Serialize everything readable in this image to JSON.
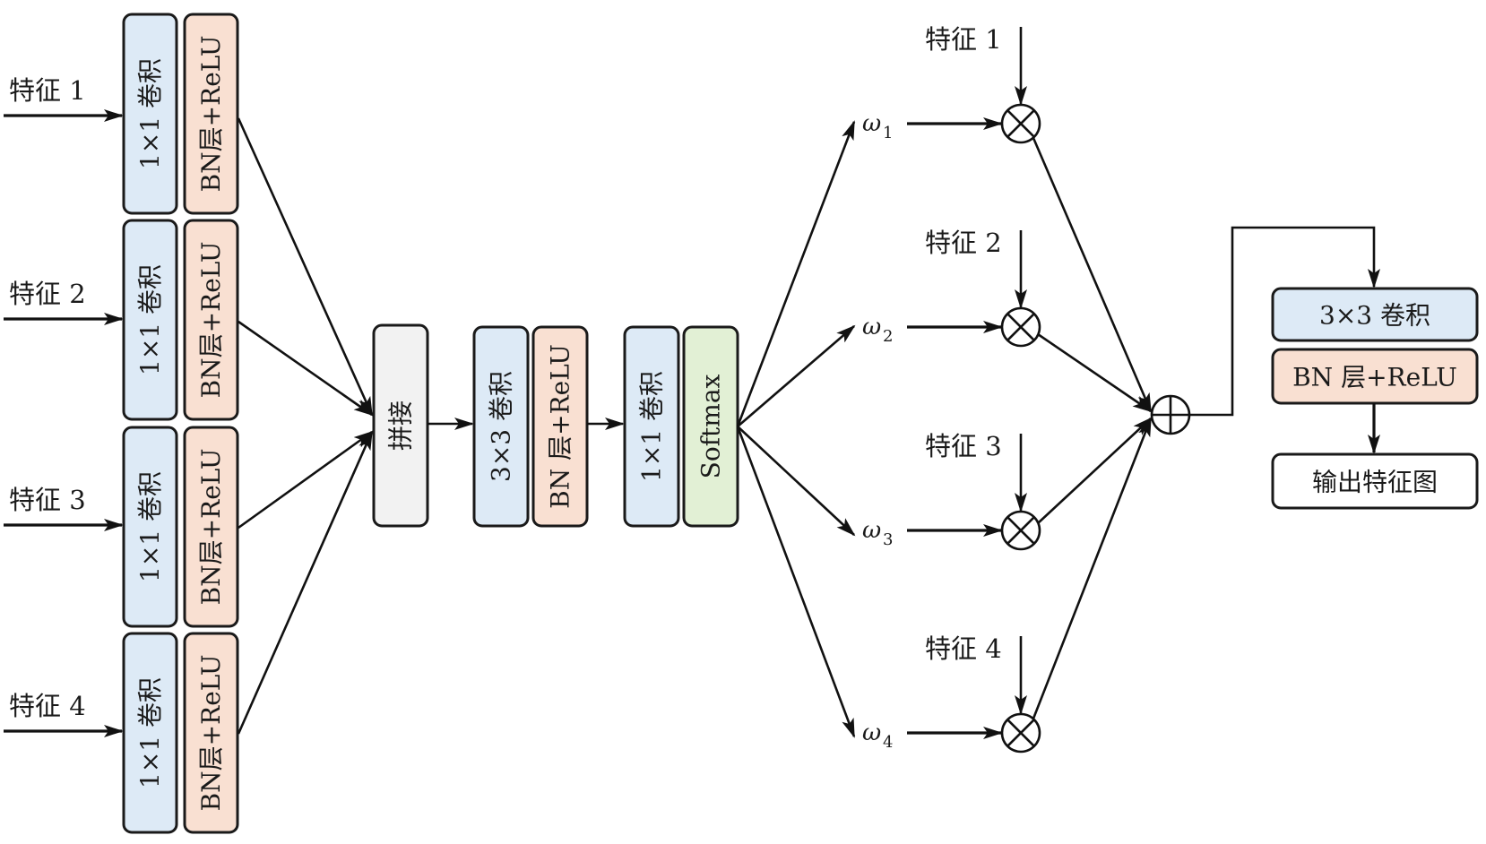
{
  "diagram": {
    "title": "",
    "colors": {
      "conv": "#DDEAF6",
      "bn": "#F9E0D2",
      "concat": "#F2F2F2",
      "softmax": "#E2F0D5",
      "output": "#FFFFFF",
      "stroke": "#1a1a1a"
    },
    "inputs": [
      {
        "label": "特征 1",
        "conv": "1×1 卷积",
        "bn": "BN层+ReLU"
      },
      {
        "label": "特征 2",
        "conv": "1×1 卷积",
        "bn": "BN层+ReLU"
      },
      {
        "label": "特征 3",
        "conv": "1×1 卷积",
        "bn": "BN层+ReLU"
      },
      {
        "label": "特征 4",
        "conv": "1×1 卷积",
        "bn": "BN层+ReLU"
      }
    ],
    "concat": "拼接",
    "middle": {
      "conv3": "3×3 卷积",
      "bn": "BN 层+ReLU",
      "conv1": "1×1 卷积",
      "softmax": "Softmax"
    },
    "weights": [
      {
        "symbol": "ω",
        "index": "1",
        "feature": "特征 1"
      },
      {
        "symbol": "ω",
        "index": "2",
        "feature": "特征 2"
      },
      {
        "symbol": "ω",
        "index": "3",
        "feature": "特征 3"
      },
      {
        "symbol": "ω",
        "index": "4",
        "feature": "特征 4"
      }
    ],
    "multiply_symbol": "⊗",
    "add_symbol": "⊕",
    "output": {
      "conv": "3×3 卷积",
      "bn": "BN 层+ReLU",
      "result": "输出特征图"
    }
  }
}
